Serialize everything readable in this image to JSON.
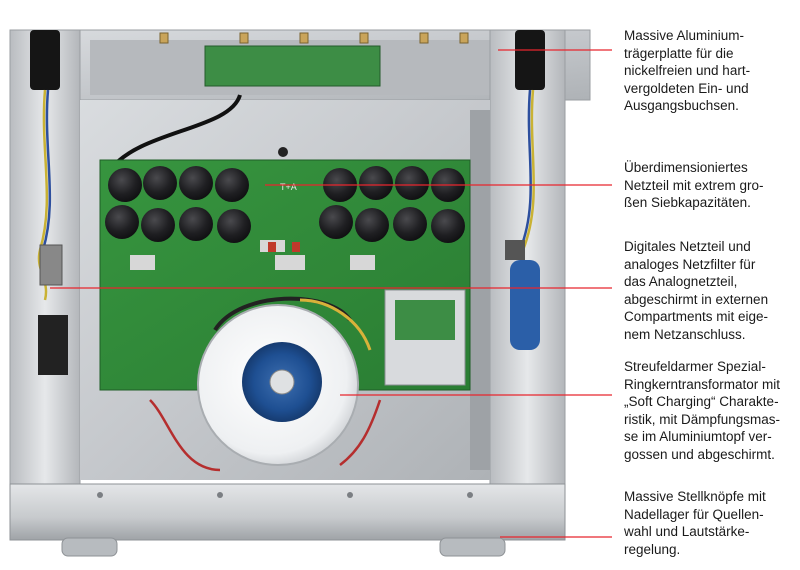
{
  "image": {
    "subject": "amplifier-interior-photo",
    "brand_logo_text": "T+A"
  },
  "colors": {
    "callout_line": "#e8262e",
    "pcb_green": "#2f8a3a",
    "chassis": "#c9ccd0",
    "capacitor": "#1c1c1e"
  },
  "callouts": [
    {
      "lines": [
        "Massive Aluminium-",
        "trägerplatte für die",
        "nickelfreien und hart-",
        "vergoldeten Ein- und",
        "Ausgangsbuchsen."
      ]
    },
    {
      "lines": [
        "Überdimensioniertes",
        "Netzteil mit extrem gro-",
        "ßen Siebkapazitäten."
      ]
    },
    {
      "lines": [
        "Digitales Netzteil und",
        "analoges Netzfilter für",
        "das Analognetzteil,",
        "abgeschirmt in externen",
        "Compartments mit eige-",
        "nem Netzanschluss."
      ]
    },
    {
      "lines": [
        "Streufeldarmer Spezial-",
        "Ringkerntransformator mit",
        "„Soft Charging“ Charakte-",
        "ristik, mit Dämpfungsmas-",
        "se im Aluminiumtopf ver-",
        "gossen und abgeschirmt."
      ]
    },
    {
      "lines": [
        "Massive Stellknöpfe mit",
        "Nadellager für Quellen-",
        "wahl und Lautstärke-",
        "regelung."
      ]
    }
  ]
}
